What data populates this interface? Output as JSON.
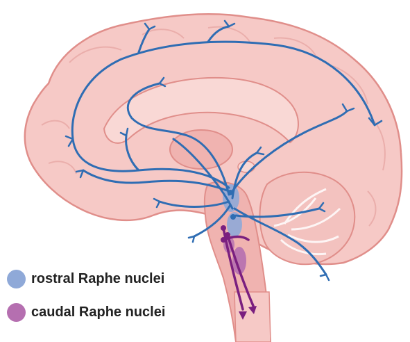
{
  "colors": {
    "background": "#ffffff",
    "brain_fill": "#f6c9c6",
    "brain_outline": "#e08e8a",
    "inner_fill": "#f9d8d5",
    "deep_fill": "#f0b3b0",
    "rostral_pathway": "#2f6db3",
    "rostral_nucleus": "#8fa9d8",
    "caudal_pathway": "#7a1f7f",
    "caudal_nucleus": "#b56fb0"
  },
  "icons": [
    "brain-sagittal-illustration",
    "rostral-pathway-icon",
    "caudal-pathway-icon"
  ],
  "legend": [
    {
      "label": "rostral Raphe nuclei",
      "color": "#8fa9d8"
    },
    {
      "label": "caudal Raphe nuclei",
      "color": "#b56fb0"
    }
  ]
}
